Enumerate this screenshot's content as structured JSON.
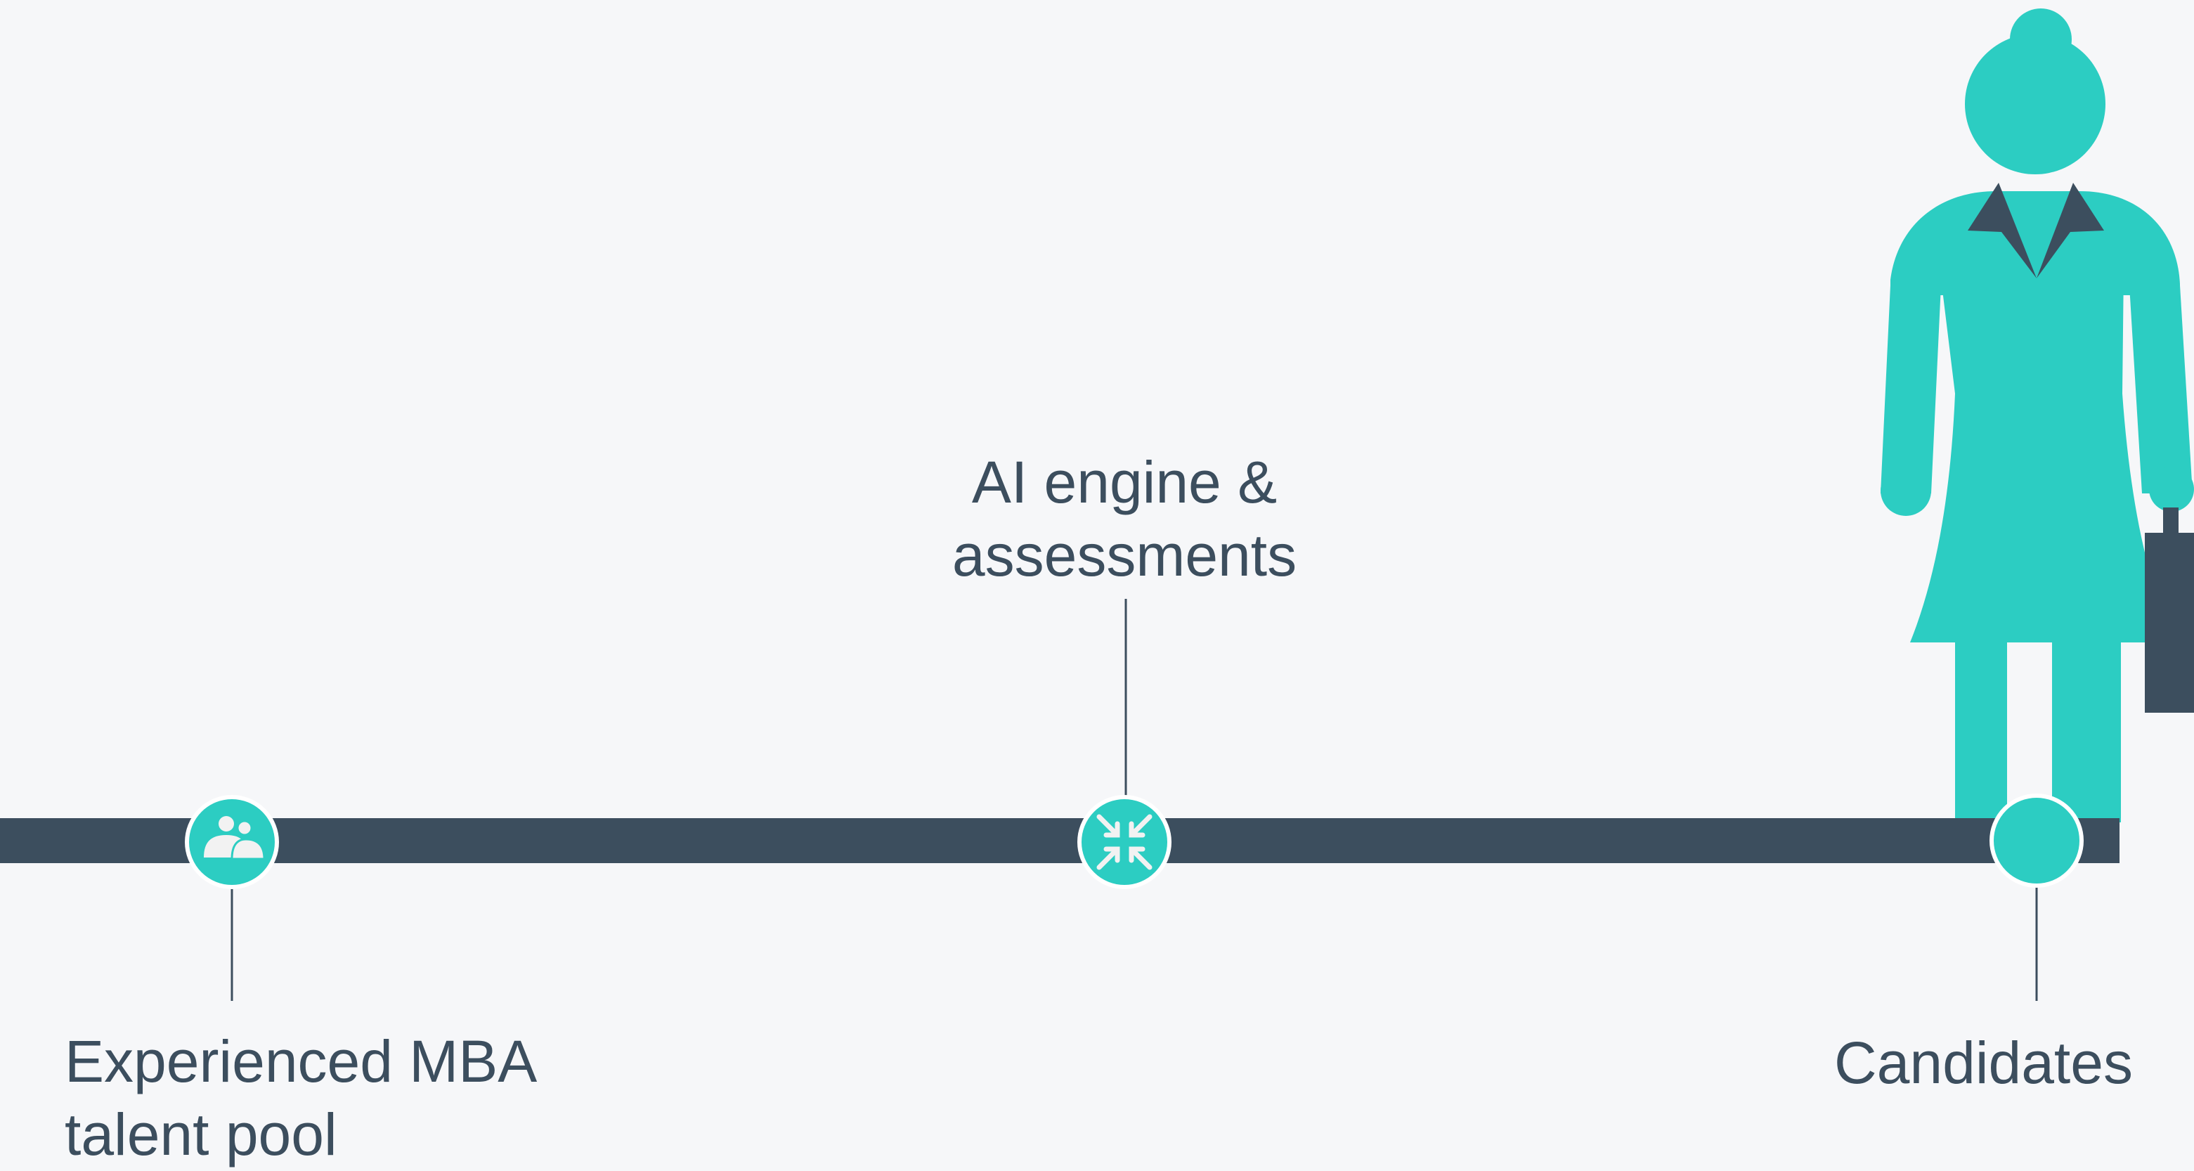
{
  "diagram": {
    "stages": [
      {
        "id": "pool",
        "lines": [
          "Experienced MBA",
          "talent pool"
        ],
        "icon": "people-icon"
      },
      {
        "id": "ai",
        "lines": [
          "AI engine &",
          "assessments"
        ],
        "icon": "arrows-converge-icon"
      },
      {
        "id": "candidates",
        "lines": [
          "Candidates"
        ],
        "icon": "none"
      }
    ],
    "figure_icon": "businesswoman-icon"
  },
  "colors": {
    "background": "#f6f7f9",
    "timeline": "#3c4e5e",
    "accent": "#2ccdc2",
    "text": "#3c4e5e",
    "icon_light": "#f2f2f2"
  }
}
